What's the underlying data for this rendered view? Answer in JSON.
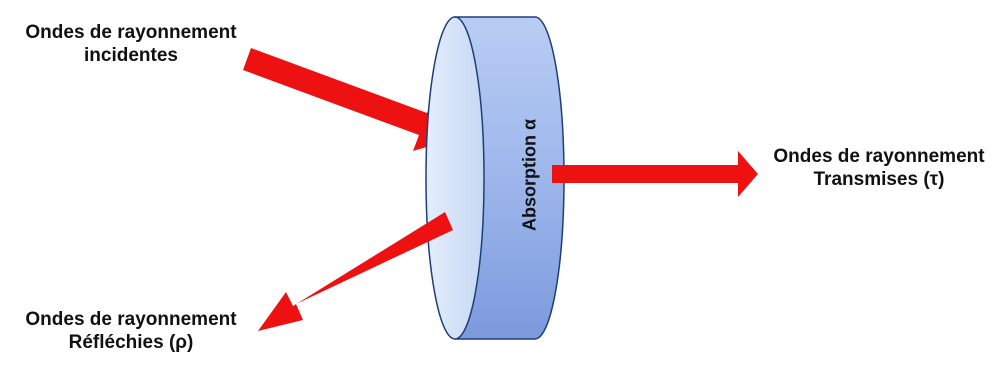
{
  "incident": {
    "line1": "Ondes de rayonnement",
    "line2": "incidentes"
  },
  "reflected": {
    "line1": "Ondes de rayonnement",
    "line2": "Réfléchies (ρ)"
  },
  "transmitted": {
    "line1": "Ondes de rayonnement",
    "line2": "Transmises (τ)"
  },
  "absorber": {
    "label": "Absorption α"
  },
  "colors": {
    "arrow": "#ee1111",
    "disk_face": "#cfe0f7",
    "disk_side_dark": "#7f9fe2",
    "disk_side_light": "#b6ccf4",
    "disk_outline": "#1c3f7a"
  }
}
